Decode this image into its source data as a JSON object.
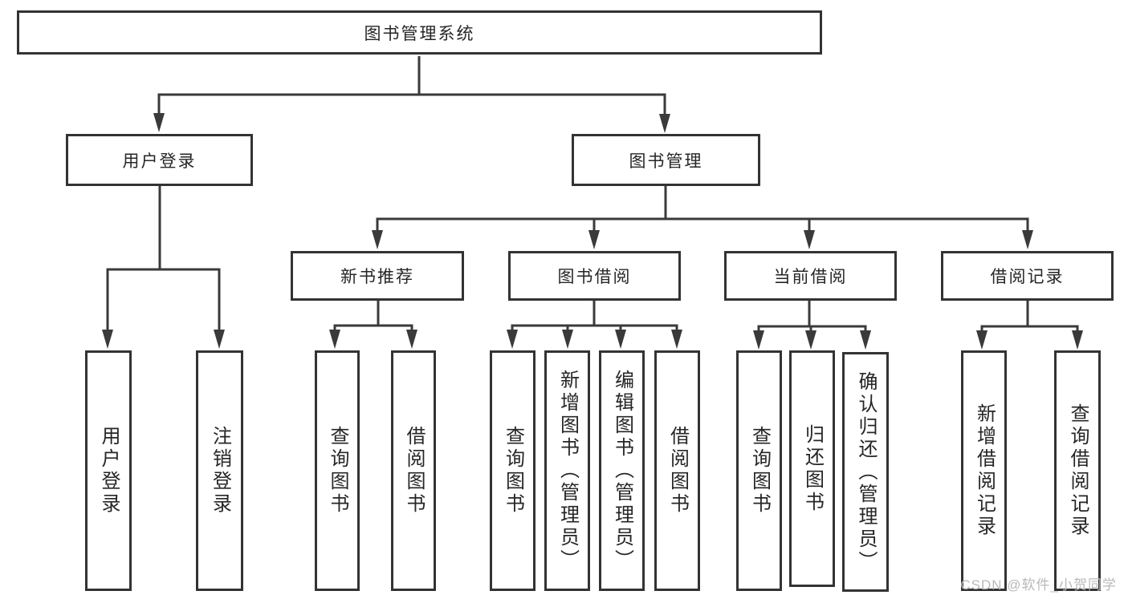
{
  "diagram": {
    "title": "图书管理系统",
    "level2": {
      "user_login": "用户登录",
      "book_mgmt": "图书管理"
    },
    "level3": {
      "new_book": "新书推荐",
      "borrow": "图书借阅",
      "current": "当前借阅",
      "records": "借阅记录"
    },
    "leaves": {
      "user_login": [
        "用户登录",
        "注销登录"
      ],
      "new_book": [
        "查询图书",
        "借阅图书"
      ],
      "borrow": [
        "查询图书",
        "新增图书（管理员）",
        "编辑图书（管理员）",
        "借阅图书"
      ],
      "current": [
        "查询图书",
        "归还图书",
        "确认归还（管理员）"
      ],
      "records": [
        "新增借阅记录",
        "查询借阅记录"
      ]
    },
    "watermark": "CSDN @软件_小贺同学",
    "colors": {
      "line": "#3a3a3a",
      "border": "#333333",
      "text": "#262626",
      "watermark": "#b9b9b9",
      "background": "#ffffff"
    }
  }
}
